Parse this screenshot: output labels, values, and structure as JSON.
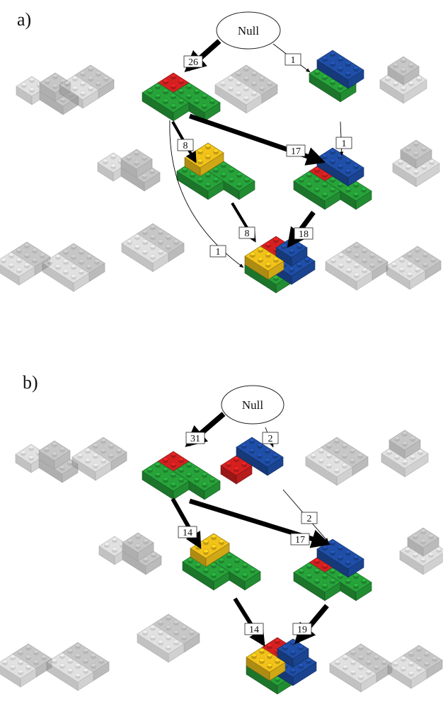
{
  "panels": [
    {
      "id": "a",
      "label": "a)",
      "null_label": "Null",
      "transitions": [
        {
          "id": "null-to-rg",
          "from": "null",
          "to": "rg",
          "count": 26
        },
        {
          "id": "null-to-bg",
          "from": "null",
          "to": "bg",
          "count": 1
        },
        {
          "id": "rg-to-yrg",
          "from": "rg",
          "to": "yrg",
          "count": 8
        },
        {
          "id": "rg-to-brg",
          "from": "rg",
          "to": "brg",
          "count": 17
        },
        {
          "id": "bg-to-brg",
          "from": "bg",
          "to": "brg",
          "count": 1
        },
        {
          "id": "yrg-to-full",
          "from": "yrg",
          "to": "full",
          "count": 8
        },
        {
          "id": "brg-to-full",
          "from": "brg",
          "to": "full",
          "count": 18
        },
        {
          "id": "rg-to-full",
          "from": "rg",
          "to": "full",
          "count": 1
        }
      ]
    },
    {
      "id": "b",
      "label": "b)",
      "null_label": "Null",
      "transitions": [
        {
          "id": "null-to-rg",
          "from": "null",
          "to": "rg",
          "count": 31
        },
        {
          "id": "null-to-rb",
          "from": "null",
          "to": "rb",
          "count": 2
        },
        {
          "id": "rg-to-yrg",
          "from": "rg",
          "to": "yrg",
          "count": 14
        },
        {
          "id": "rg-to-brg",
          "from": "rg",
          "to": "brg",
          "count": 17
        },
        {
          "id": "rb-to-brg",
          "from": "rb",
          "to": "brg",
          "count": 2
        },
        {
          "id": "yrg-to-full",
          "from": "yrg",
          "to": "full",
          "count": 14
        },
        {
          "id": "brg-to-full",
          "from": "brg",
          "to": "full",
          "count": 19
        }
      ]
    }
  ],
  "colors": {
    "red": "#d62020",
    "green": "#27a33a",
    "blue": "#1f4fa8",
    "yellow": "#f2c21a",
    "gray": "#9a9a9a",
    "light_gray": "#c9c9c9"
  }
}
